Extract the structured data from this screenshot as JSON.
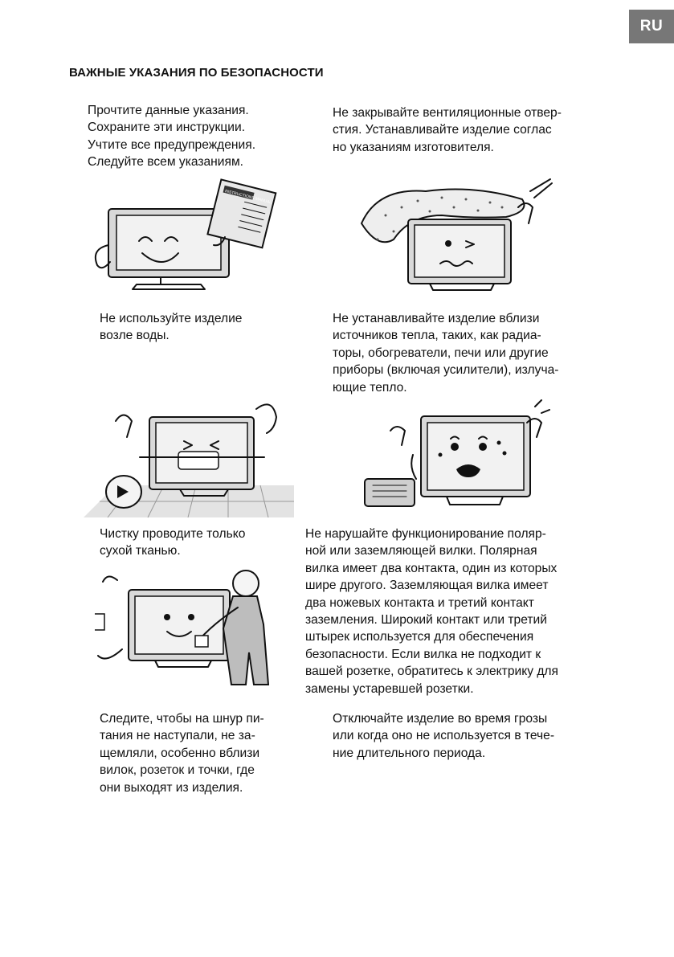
{
  "header": {
    "lang_badge": "RU",
    "title": "ВАЖНЫЕ УКАЗАНИЯ ПО БЕЗОПАСНОСТИ"
  },
  "book_cover_text": "INSTRUCTIONS MANUAL",
  "paragraphs": {
    "p1": "Прочтите данные указания.\nСохраните эти инструкции.\nУчтите все предупреждения.\nСледуйте всем указаниям.",
    "p2": "Не закрывайте вентиляционные отвер-\nстия. Устанавливайте изделие соглас­\nно указаниям изготовителя.",
    "p3": "Не используйте изделие\nвозле воды.",
    "p4": "Не устанавливайте изделие вблизи\nисточников тепла, таких, как радиа-\nторы, обогреватели, печи или другие\nприборы (включая усилители), излуча-\nющие тепло.",
    "p5": "Чистку проводите только\nсухой тканью.",
    "p6": "   Не нарушайте функционирование поляр-\nной или заземляющей вилки.   Полярная\nвилка имеет два контакта, один из которых\nшире другого.  Заземляющая вилка имеет\nдва ножевых контакта и третий контакт\nзаземления. Широкий контакт или третий\nштырек используется для обеспечения\nбезопасности.  Если вилка не подходит к\nвашей розетке, обратитесь к электрику для\nзамены устаревшей розетки.",
    "p7": "Следите, чтобы на шнур пи-\nтания не наступали, не за-\nщемляли, особенно вблизи\nвилок, розеток и точки, где\nони выходят из изделия.",
    "p8": "Отключайте изделие во время грозы\nили когда оно не используется в тече-\nние длительного периода."
  }
}
